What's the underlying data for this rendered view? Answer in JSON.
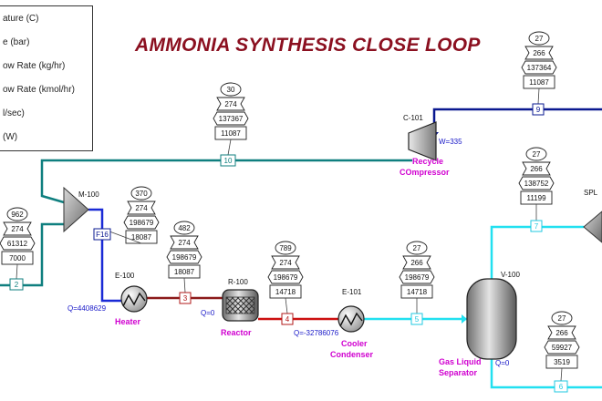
{
  "title": "AMMONIA SYNTHESIS CLOSE LOOP",
  "legend": {
    "items": [
      "ature (C)",
      "e (bar)",
      "ow Rate (kg/hr)",
      "ow Rate (kmol/hr)",
      "l/sec)",
      "(W)"
    ]
  },
  "streams": {
    "s2": {
      "label": "2",
      "T": "962",
      "P": "274",
      "M": "61312",
      "N": "7000"
    },
    "s10": {
      "label": "10",
      "T": "30",
      "P": "274",
      "M": "137367",
      "N": "11087"
    },
    "f16": {
      "label": "F16",
      "T": "370",
      "P": "274",
      "M": "198679",
      "N": "18087"
    },
    "s3": {
      "label": "3",
      "T": "482",
      "P": "274",
      "M": "198679",
      "N": "18087"
    },
    "s4": {
      "label": "4",
      "T": "789",
      "P": "274",
      "M": "198679",
      "N": "14718"
    },
    "s5": {
      "label": "5",
      "T": "27",
      "P": "266",
      "M": "198679",
      "N": "14718"
    },
    "s9": {
      "label": "9",
      "T": "27",
      "P": "266",
      "M": "137364",
      "N": "11087"
    },
    "s7": {
      "label": "7",
      "T": "27",
      "P": "266",
      "M": "138752",
      "N": "11199"
    },
    "s6": {
      "label": "6",
      "T": "27",
      "P": "266",
      "M": "59927",
      "N": "3519"
    }
  },
  "units": {
    "mixer": {
      "id": "M-100"
    },
    "heater": {
      "id": "E-100",
      "name": "Heater",
      "duty": "Q=4408629"
    },
    "reactor": {
      "id": "R-100",
      "name": "Reactor",
      "duty": "Q=0"
    },
    "cooler": {
      "id": "E-101",
      "name": "Cooler Condenser",
      "name_l1": "Cooler",
      "name_l2": "Condenser",
      "duty": "Q=-32786076"
    },
    "separator": {
      "id": "V-100",
      "name_l1": "Gas Liquid",
      "name_l2": "Separator",
      "duty": "Q=0"
    },
    "compressor": {
      "id": "C-101",
      "name_l1": "Recycle",
      "name_l2": "COmpressor",
      "work": "W=335"
    },
    "splitter": {
      "id": "SPL"
    }
  },
  "colors": {
    "title": "#8b1020",
    "teal": "#0f7f7f",
    "navy": "#0a1890",
    "blue": "#1a2ad6",
    "red": "#b01818",
    "cyan": "#22e0f0",
    "unit_label": "#d000d0",
    "duty_text": "#1818c8"
  }
}
